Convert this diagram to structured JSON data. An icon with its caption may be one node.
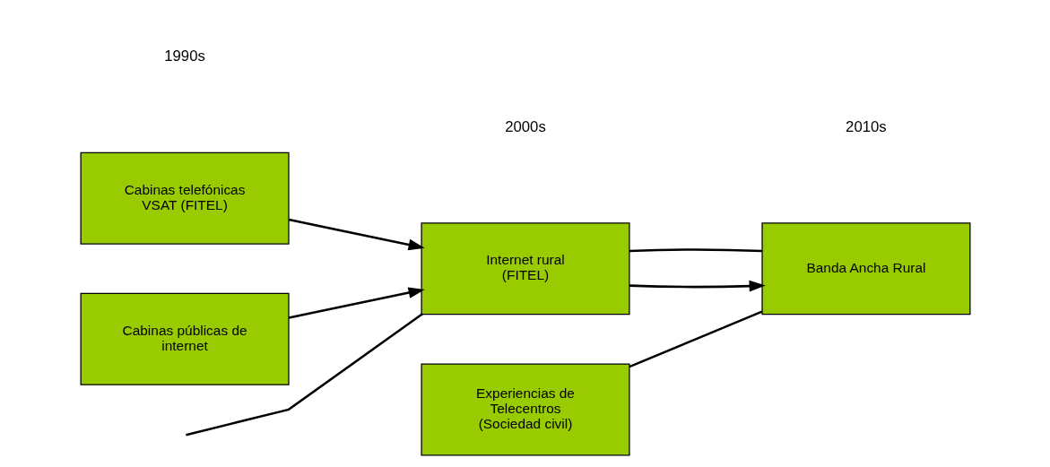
{
  "diagram": {
    "nodes": [
      {
        "text": [
          "Cabinas telefónicas VSAT (FITEL)"
        ]
      },
      {
        "text": [
          "Cabinas públicas de internet"
        ]
      },
      {
        "text": [
          "Internet rural (FITEL)"
        ]
      },
      {
        "text": [
          "Banda Ancha Rural"
        ]
      },
      {
        "text": [
          "Experiencias de Telecentros (Sociedad civil)"
        ]
      }
    ],
    "edges": [
      {
        "from": 0,
        "to": 2,
        "arrow": "to"
      },
      {
        "from": 1,
        "to": 2,
        "arrow": "to"
      },
      {
        "from": null,
        "to": 2,
        "arrow": "none"
      },
      {
        "from": 2,
        "to": 3,
        "arrow": "to"
      },
      {
        "from": 2,
        "to": 3,
        "arrow": "none"
      },
      {
        "from": 4,
        "to": 3,
        "arrow": "none"
      }
    ],
    "labels": [
      "1990s",
      "2000s",
      "2010s"
    ]
  }
}
